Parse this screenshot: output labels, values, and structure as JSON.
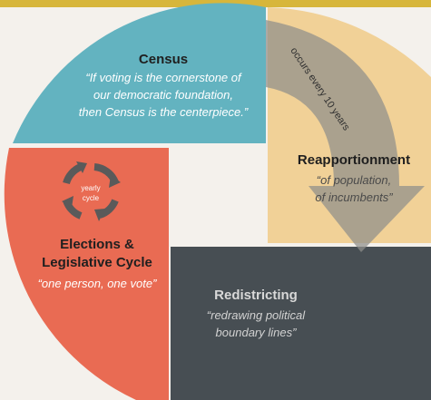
{
  "census": {
    "title": "Census",
    "quote_line1": "“If voting is the cornerstone of",
    "quote_line2": "our democratic foundation,",
    "quote_line3": "then Census is the centerpiece.”"
  },
  "reapportionment": {
    "title": "Reapportionment",
    "quote_line1": "“of population,",
    "quote_line2": "of incumbents”",
    "arrow_label": "occurs every 10 years"
  },
  "redistricting": {
    "title": "Redistricting",
    "quote_line1": "“redrawing political",
    "quote_line2": "boundary lines”"
  },
  "elections": {
    "title_line1": "Elections &",
    "title_line2": "Legislative Cycle",
    "quote": "“one person, one vote”",
    "cycle_line1": "yearly",
    "cycle_line2": "cycle"
  },
  "colors": {
    "top_band": "#d7b63b",
    "census": "#63b3c0",
    "reapportionment": "#f1d197",
    "redistricting": "#474e53",
    "elections": "#e96b53",
    "arrow": "#8f8f8b",
    "background": "#f4f1ec"
  }
}
